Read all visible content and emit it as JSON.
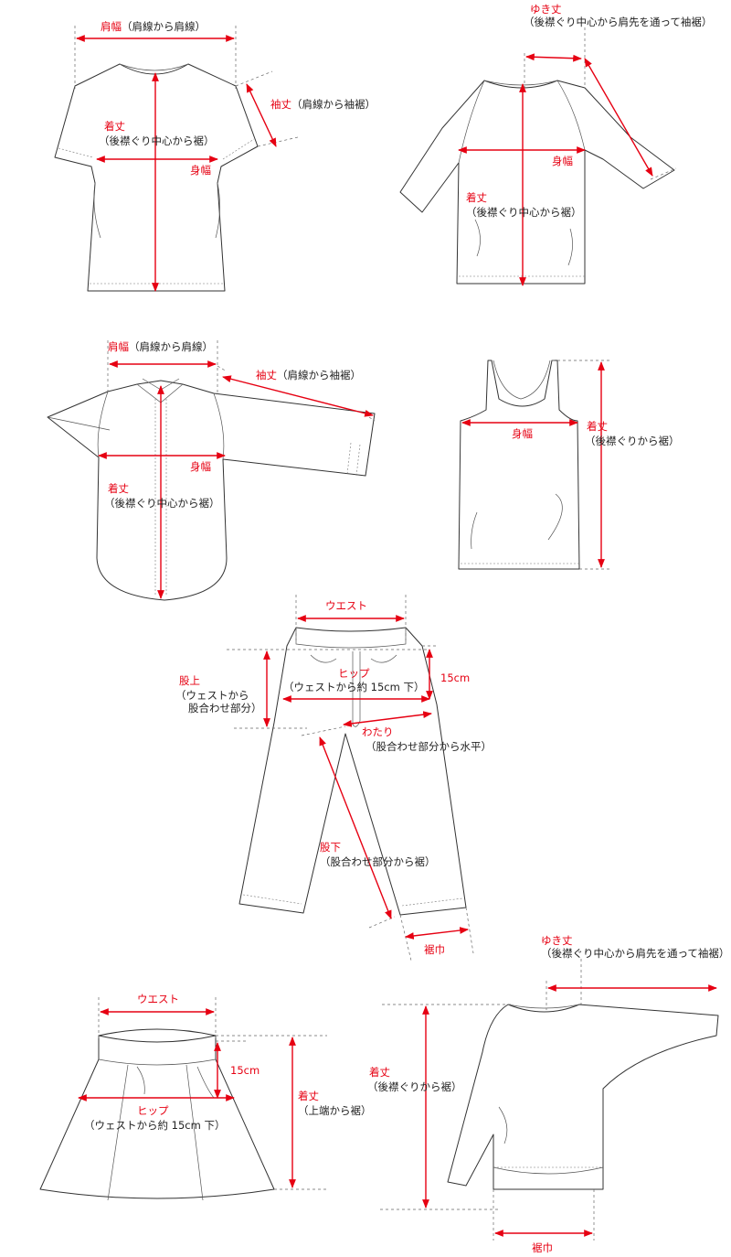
{
  "tshirt": {
    "shoulder_label": "肩幅",
    "shoulder_note": "（肩線から肩線）",
    "sleeve_label": "袖丈",
    "sleeve_note": "（肩線から袖裾）",
    "length_label": "着丈",
    "length_note": "（後襟ぐり中心から裾）",
    "body_label": "身幅"
  },
  "raglan": {
    "yuki_label": "ゆき丈",
    "yuki_note": "（後襟ぐり中心から肩先を通って袖裾）",
    "body_label": "身幅",
    "length_label": "着丈",
    "length_note": "（後襟ぐり中心から裾）"
  },
  "shirt": {
    "shoulder_label": "肩幅",
    "shoulder_note": "（肩線から肩線）",
    "sleeve_label": "袖丈",
    "sleeve_note": "（肩線から袖裾）",
    "body_label": "身幅",
    "length_label": "着丈",
    "length_note": "（後襟ぐり中心から裾）"
  },
  "tank": {
    "body_label": "身幅",
    "length_label": "着丈",
    "length_note": "（後襟ぐりから裾）"
  },
  "pants": {
    "waist_label": "ウエスト",
    "hip_label": "ヒップ",
    "hip_note": "（ウェストから約 15cm 下）",
    "hip_offset": "15cm",
    "rise_label": "股上",
    "rise_note1": "（ウェストから",
    "rise_note2": "股合わせ部分）",
    "thigh_label": "わたり",
    "thigh_note": "（股合わせ部分から水平）",
    "inseam_label": "股下",
    "inseam_note": "（股合わせ部分から裾）",
    "hem_label": "裾巾"
  },
  "skirt": {
    "waist_label": "ウエスト",
    "hip_offset": "15cm",
    "hip_label": "ヒップ",
    "hip_note": "（ウェストから約 15cm 下）",
    "length_label": "着丈",
    "length_note": "（上端から裾）"
  },
  "dolman": {
    "yuki_label": "ゆき丈",
    "yuki_note": "（後襟ぐり中心から肩先を通って袖裾）",
    "length_label": "着丈",
    "length_note": "（後襟ぐりから裾）",
    "hem_label": "裾巾"
  },
  "colors": {
    "measure": "#e60012",
    "outline": "#333333"
  }
}
